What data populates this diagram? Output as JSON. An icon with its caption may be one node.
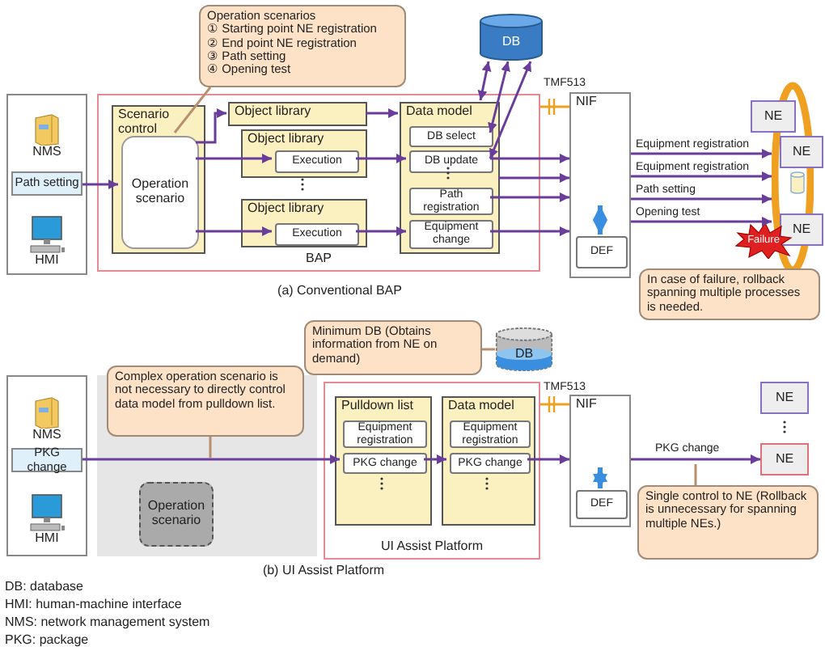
{
  "diagram": {
    "nodes": [
      {
        "text": [
          "NMS"
        ]
      },
      {
        "text": [
          "Path setting"
        ]
      },
      {
        "text": [
          "HMI"
        ]
      },
      {
        "text": [
          "BAP"
        ]
      },
      {
        "text": [
          "Scenario control"
        ],
        "in": 3
      },
      {
        "text": [
          "Operation scenario"
        ],
        "in": 4
      },
      {
        "text": [
          "Object library"
        ],
        "in": 3
      },
      {
        "text": [
          "Object library"
        ],
        "in": 3
      },
      {
        "text": [
          "Execution"
        ],
        "in": 7
      },
      {
        "text": [
          "Object library"
        ],
        "in": 3
      },
      {
        "text": [
          "Execution"
        ],
        "in": 9
      },
      {
        "text": [
          "Data model"
        ],
        "in": 3
      },
      {
        "text": [
          "DB select"
        ],
        "in": 11
      },
      {
        "text": [
          "DB update"
        ],
        "in": 11
      },
      {
        "text": [
          "Path registration"
        ],
        "in": 11
      },
      {
        "text": [
          "Equipment change"
        ],
        "in": 11
      },
      {
        "text": [
          "DB"
        ]
      },
      {
        "text": [
          "NIF"
        ]
      },
      {
        "text": [
          "DEF"
        ],
        "in": 17
      },
      {
        "text": [],
        "shape": "circle"
      },
      {
        "text": [
          "NE"
        ]
      },
      {
        "text": [
          "NE"
        ]
      },
      {
        "text": [
          "NE"
        ]
      },
      {
        "text": [
          "Failure"
        ]
      },
      {
        "text": [
          "Operation scenarios",
          "① Starting point NE registration",
          "② End point NE registration",
          "③ Path setting",
          "④ Opening test"
        ]
      },
      {
        "text": [
          "In case of failure, rollback spanning multiple processes is needed."
        ]
      },
      {
        "text": [
          "NMS"
        ]
      },
      {
        "text": [
          "PKG change"
        ]
      },
      {
        "text": [
          "HMI"
        ]
      },
      {
        "text": [
          "Operation scenario"
        ]
      },
      {
        "text": [
          "Complex operation scenario is not necessary to directly control data model from pulldown list."
        ]
      },
      {
        "text": [
          "Minimum DB (Obtains information from NE on demand)"
        ]
      },
      {
        "text": [
          "DB"
        ]
      },
      {
        "text": [
          "UI Assist Platform"
        ]
      },
      {
        "text": [
          "Pulldown list"
        ],
        "in": 33
      },
      {
        "text": [
          "Equipment registration"
        ],
        "in": 34
      },
      {
        "text": [
          "PKG change"
        ],
        "in": 34
      },
      {
        "text": [
          "Data model"
        ],
        "in": 33
      },
      {
        "text": [
          "Equipment registration"
        ],
        "in": 37
      },
      {
        "text": [
          "PKG change"
        ],
        "in": 37
      },
      {
        "text": [
          "NIF"
        ]
      },
      {
        "text": [
          "DEF"
        ],
        "in": 40
      },
      {
        "text": [
          "NE"
        ]
      },
      {
        "text": [
          "NE"
        ]
      },
      {
        "text": [
          "Single control to NE (Rollback is unnecessary for spanning multiple NEs.)"
        ]
      }
    ],
    "edges": [
      {
        "from": 1,
        "to": 5,
        "arrow": "to"
      },
      {
        "from": 5,
        "to": 6,
        "arrow": "to"
      },
      {
        "from": 5,
        "to": 8,
        "arrow": "to"
      },
      {
        "from": 5,
        "to": 10,
        "arrow": "to"
      },
      {
        "from": 6,
        "to": 11,
        "arrow": "to"
      },
      {
        "from": 8,
        "to": 13,
        "arrow": "to"
      },
      {
        "from": 10,
        "to": 15,
        "arrow": "to"
      },
      {
        "from": 16,
        "to": 11,
        "arrow": "both"
      },
      {
        "from": 16,
        "to": 12,
        "arrow": "both"
      },
      {
        "from": 16,
        "to": 13,
        "arrow": "both"
      },
      {
        "from": 13,
        "to": 17,
        "arrow": "to"
      },
      {
        "from": 11,
        "to": 17,
        "arrow": "to"
      },
      {
        "from": 14,
        "to": 17,
        "arrow": "to"
      },
      {
        "from": 15,
        "to": 17,
        "arrow": "to"
      },
      {
        "from": 3,
        "to": 17,
        "arrow": "none",
        "label": "TMF513",
        "color": "#f0a020"
      },
      {
        "from": 17,
        "to": 19,
        "arrow": "to",
        "label": "Equipment registration"
      },
      {
        "from": 17,
        "to": 19,
        "arrow": "to",
        "label": "Equipment registration"
      },
      {
        "from": 17,
        "to": 19,
        "arrow": "to",
        "label": "Path setting"
      },
      {
        "from": 17,
        "to": 19,
        "arrow": "to",
        "label": "Opening test"
      },
      {
        "from": null,
        "to": 18,
        "arrow": "both",
        "style": "thick",
        "color": "#3a8ee0"
      },
      {
        "from": 24,
        "to": 5,
        "arrow": "none",
        "color": "#b89070"
      },
      {
        "from": 27,
        "to": 36,
        "arrow": "to"
      },
      {
        "from": 36,
        "to": 39,
        "arrow": "to"
      },
      {
        "from": 39,
        "to": 40,
        "arrow": "to"
      },
      {
        "from": 40,
        "to": 43,
        "arrow": "to",
        "label": "PKG change"
      },
      {
        "from": 33,
        "to": 40,
        "arrow": "none",
        "label": "TMF513",
        "color": "#f0a020"
      },
      {
        "from": null,
        "to": 41,
        "arrow": "both",
        "style": "thick",
        "color": "#3a8ee0"
      },
      {
        "from": 30,
        "to": null,
        "arrow": "none",
        "color": "#b89070"
      },
      {
        "from": 31,
        "to": 32,
        "arrow": "none",
        "color": "#b89070"
      },
      {
        "from": 44,
        "to": null,
        "arrow": "none",
        "color": "#b89070"
      }
    ],
    "labels": [
      "(a) Conventional BAP",
      "(b) UI Assist Platform",
      "DB: database",
      "HMI: human-machine interface",
      "NMS: network management system",
      "PKG: package"
    ]
  }
}
